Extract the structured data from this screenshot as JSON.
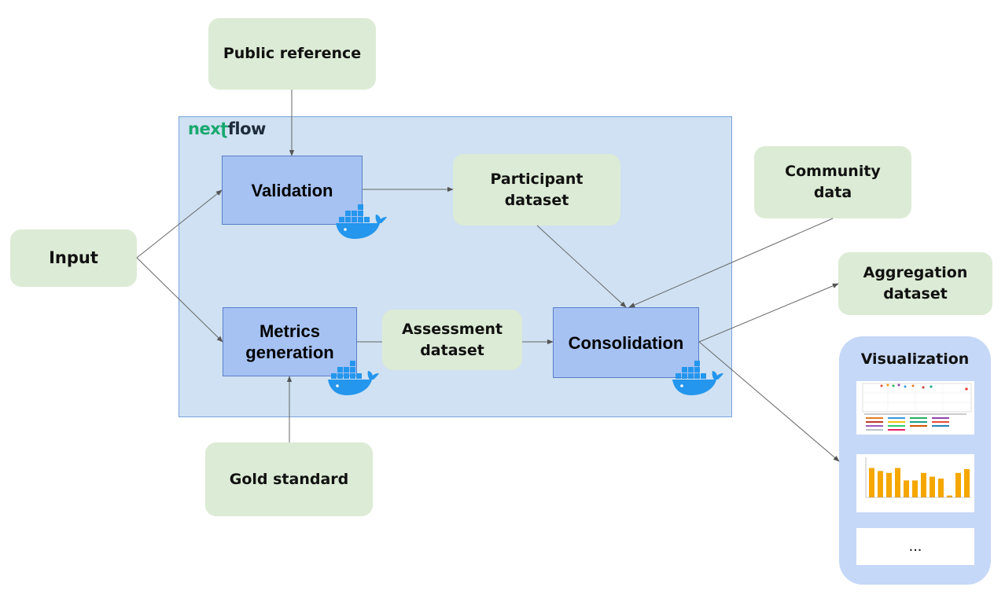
{
  "brand": {
    "part1": "nexʈ",
    "part2": "flow"
  },
  "nodes": {
    "public_reference": "Public reference",
    "input": "Input",
    "validation": "Validation",
    "metrics_generation": "Metrics\ngeneration",
    "participant_dataset": "Participant\ndataset",
    "assessment_dataset": "Assessment\ndataset",
    "consolidation": "Consolidation",
    "gold_standard": "Gold standard",
    "community_data": "Community\ndata",
    "aggregation_dataset": "Aggregation\ndataset"
  },
  "visualization": {
    "title": "Visualization",
    "more": "..."
  },
  "icons": {
    "container": "docker-whale-icon"
  },
  "colors": {
    "green_node": "#dcebd5",
    "blue_node": "#a6c2f3",
    "panel": "#cfe1f2",
    "docker": "#2496ed",
    "bars": "#f5a700"
  },
  "bar_thumbnail_values": [
    0.78,
    0.7,
    0.65,
    0.78,
    0.45,
    0.45,
    0.65,
    0.55,
    0.5,
    0.05,
    0.65,
    0.75
  ]
}
